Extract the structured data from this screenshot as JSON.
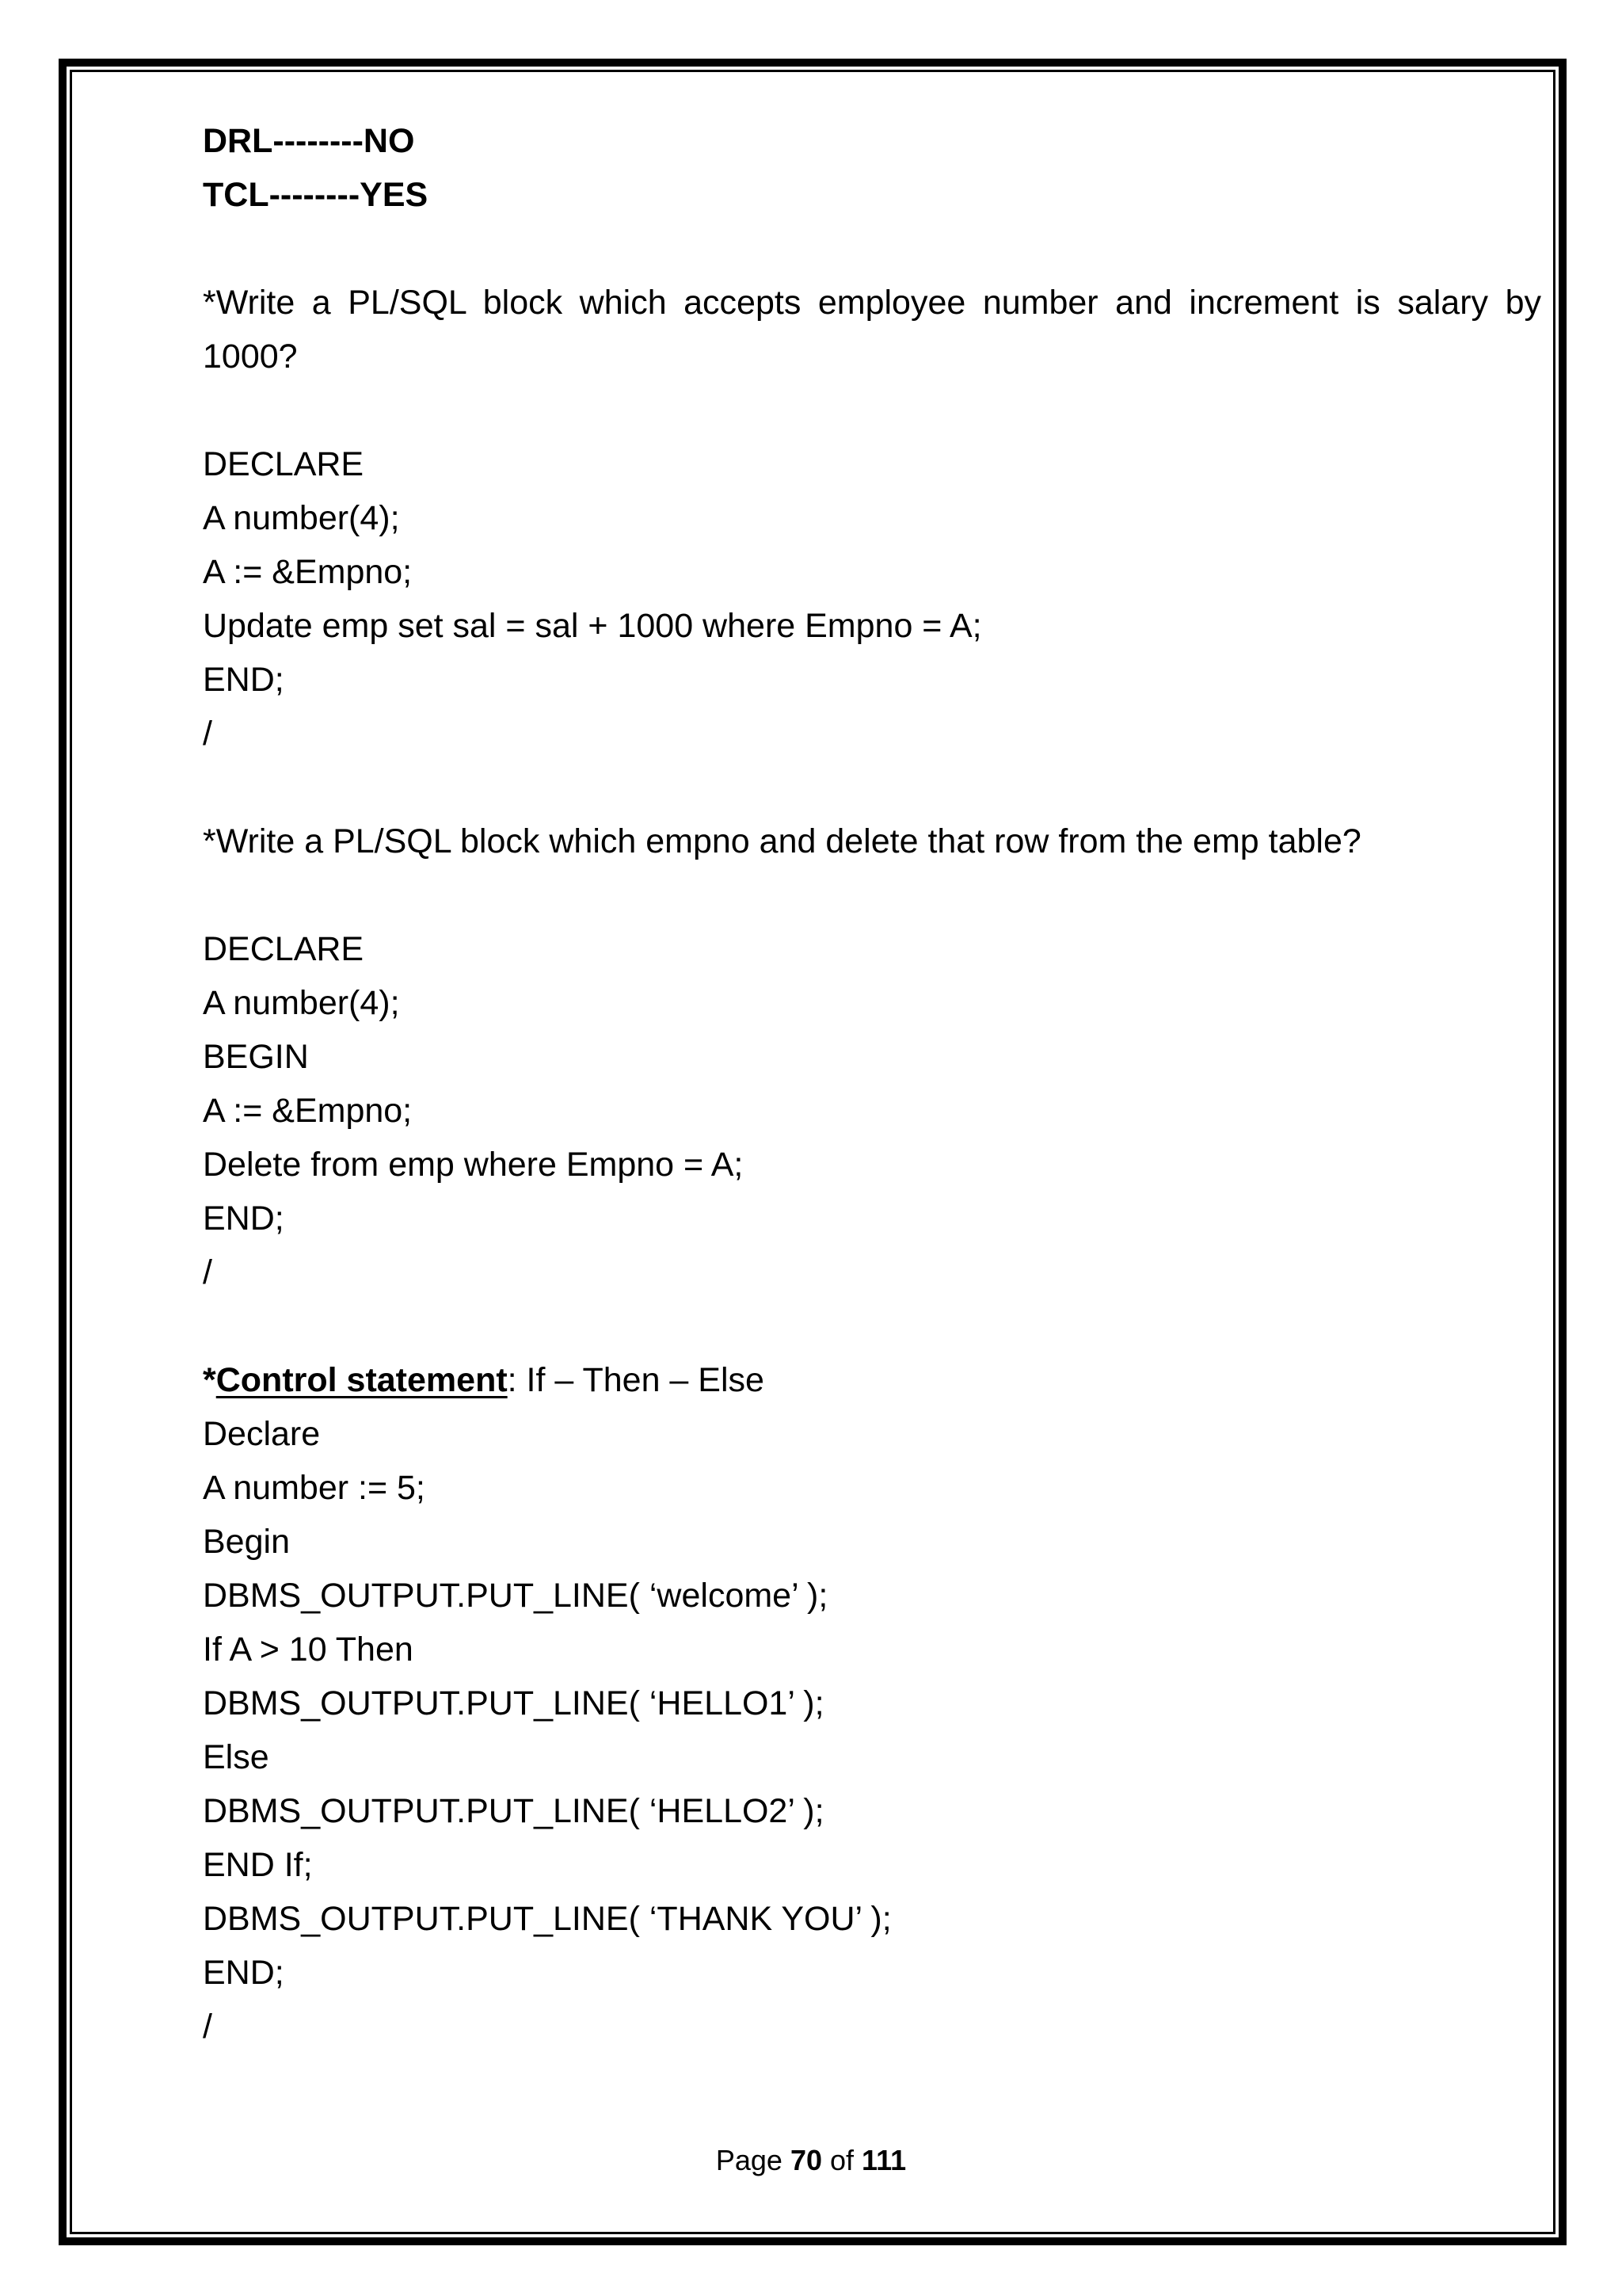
{
  "header_lines": [
    "DRL--------NO",
    "TCL--------YES"
  ],
  "question1": "*Write a PL/SQL block which accepts employee number and increment is salary by 1000?",
  "code1": [
    "DECLARE",
    "A number(4);",
    "A := &Empno;",
    "Update emp set sal = sal + 1000 where Empno = A;",
    "END;",
    "/"
  ],
  "question2": "*Write a PL/SQL block which empno and delete that row from the emp table?",
  "code2": [
    "DECLARE",
    "A number(4);",
    "BEGIN",
    "A := &Empno;",
    "Delete from emp where Empno = A;",
    "END;",
    "/"
  ],
  "control": {
    "prefix": "*",
    "heading": "Control statement",
    "rest": ": If – Then – Else"
  },
  "code3": [
    "Declare",
    "A number := 5;",
    "Begin",
    "DBMS_OUTPUT.PUT_LINE( ‘welcome’ );",
    "If A > 10 Then",
    "DBMS_OUTPUT.PUT_LINE( ‘HELLO1’ );",
    "Else",
    "DBMS_OUTPUT.PUT_LINE( ‘HELLO2’ );",
    "END If;",
    "DBMS_OUTPUT.PUT_LINE( ‘THANK YOU’ );",
    "END;",
    "/"
  ],
  "footer": {
    "page_label": "Page",
    "page_number": "70",
    "of_label": "of",
    "total_pages": "111"
  }
}
